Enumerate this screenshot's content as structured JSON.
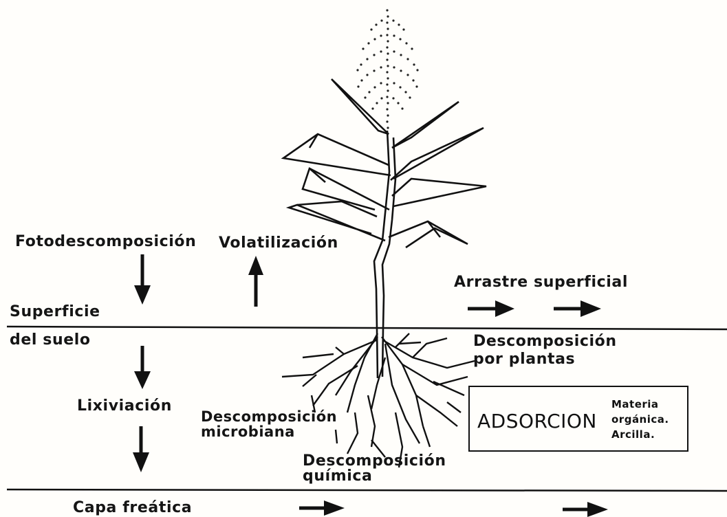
{
  "labels": {
    "fotodescomposicion": "Fotodescomposición",
    "volatilizacion": "Volatilización",
    "arrastre": "Arrastre superficial",
    "superficie": "Superficie",
    "del_suelo": "del suelo",
    "descomp_plantas_1": "Descomposición",
    "descomp_plantas_2": "por plantas",
    "lixiviacion": "Lixiviación",
    "descomp_micro_1": "Descomposición",
    "descomp_micro_2": "microbiana",
    "descomp_quim_1": "Descomposición",
    "descomp_quim_2": "química",
    "capa_freatica": "Capa freática"
  },
  "adsorcion_box": {
    "title": "ADSORCION",
    "items": [
      "Materia",
      "orgánica.",
      "Arcilla."
    ]
  }
}
